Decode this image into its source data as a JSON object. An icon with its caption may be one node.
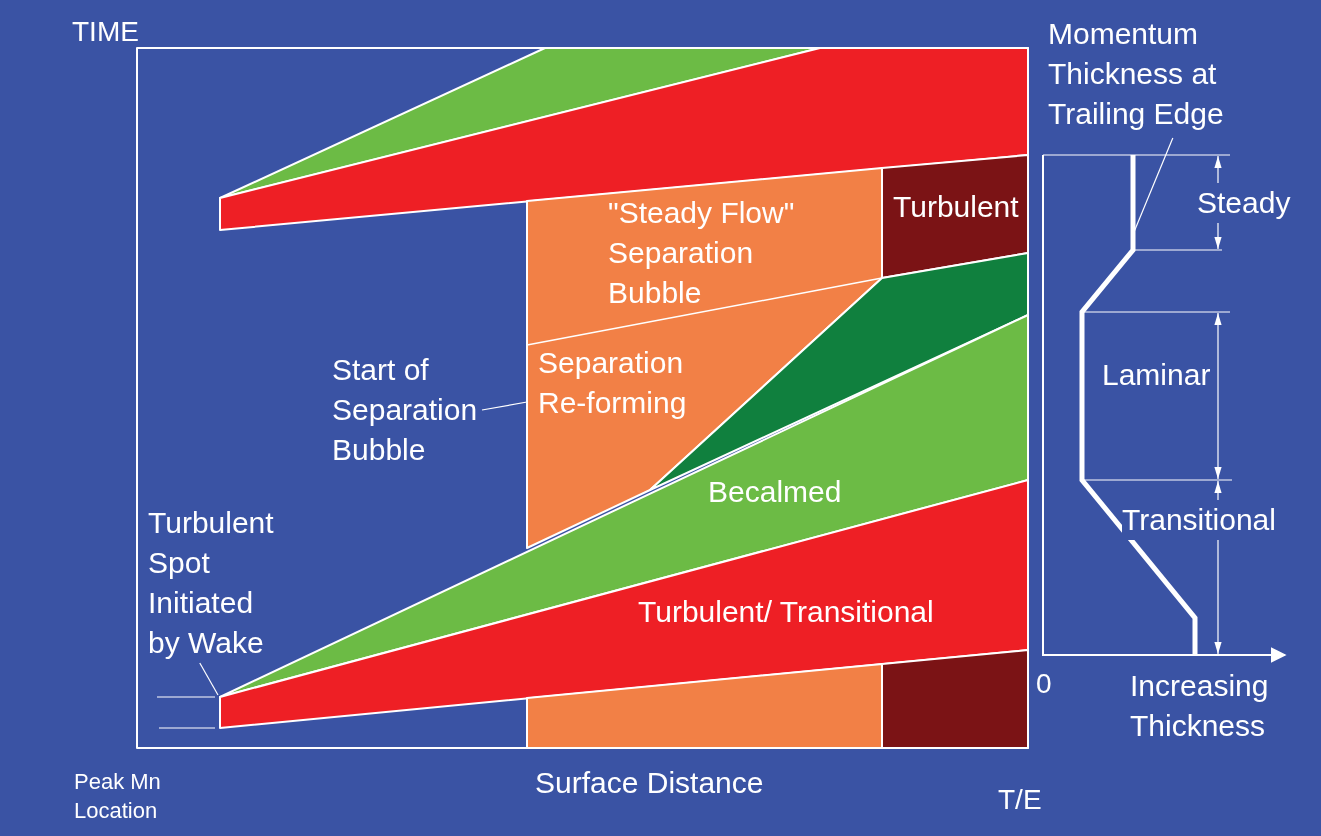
{
  "diagram": {
    "nodes": [
      {
        "text": [
          "Start of Separation Bubble"
        ]
      },
      {
        "text": [
          "Turbulent Spot Initiated by Wake"
        ]
      },
      {
        "text": [
          "Momentum Thickness at Trailing Edge"
        ]
      }
    ],
    "edges": [
      {
        "from": 0,
        "to": null,
        "arrow": "none"
      },
      {
        "from": 1,
        "to": null,
        "arrow": "none"
      },
      {
        "from": 2,
        "to": null,
        "arrow": "none"
      }
    ],
    "labels": [
      "TIME",
      "\"Steady Flow\" Separation Bubble",
      "Turbulent",
      "Separation Re-forming",
      "Becalmed",
      "Turbulent/ Transitional",
      "Peak Mn Location",
      "Surface Distance",
      "T/E",
      "Steady",
      "Laminar",
      "Transitional",
      "0",
      "Increasing Thickness"
    ]
  }
}
